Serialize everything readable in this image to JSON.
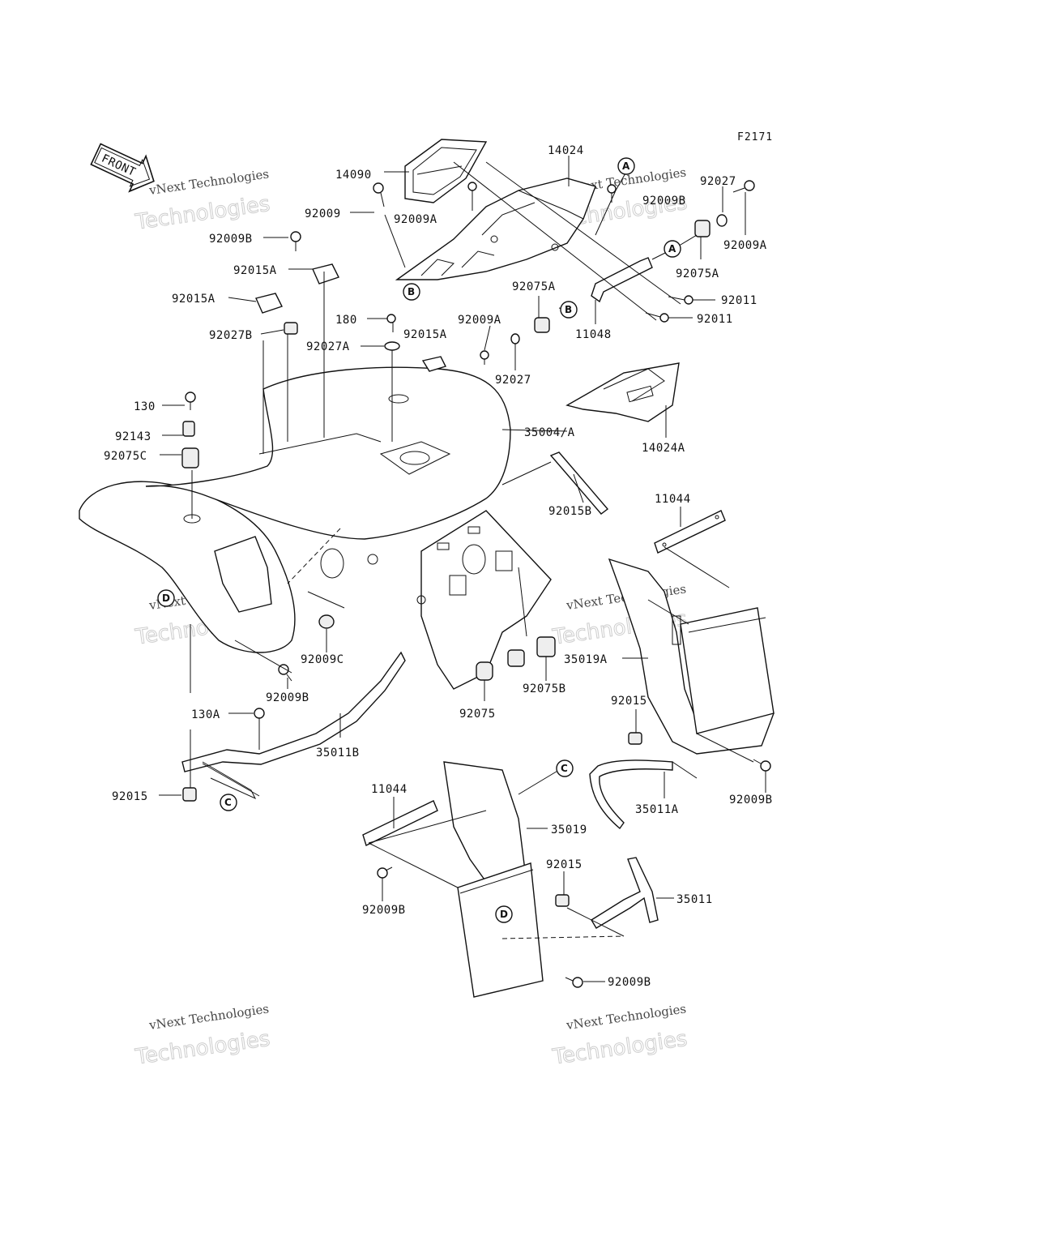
{
  "figure_code": "F2171",
  "front_label": "FRONT",
  "watermark": {
    "line1": "vNext Technologies",
    "line2": "Technologies"
  },
  "labels": {
    "p14090": "14090",
    "p14024": "14024",
    "p92027_top": "92027",
    "p92009_a": "92009",
    "p92009A_a": "92009A",
    "p92009B_top": "92009B",
    "p92009A_right": "92009A",
    "p92009B_a": "92009B",
    "p92075A_right": "92075A",
    "p92015A_a": "92015A",
    "p92015A_b": "92015A",
    "p92011_a": "92011",
    "p92011_b": "92011",
    "p92075A_mid": "92075A",
    "p180": "180",
    "p92009A_mid": "92009A",
    "p11048": "11048",
    "p92027B": "92027B",
    "p92027A": "92027A",
    "p92015A_c": "92015A",
    "p92027_mid": "92027",
    "p130": "130",
    "p92143": "92143",
    "p35004": "35004/A",
    "p14024A": "14024A",
    "p92075C": "92075C",
    "p92015B": "92015B",
    "p11044_right": "11044",
    "p92009C": "92009C",
    "p35019A": "35019A",
    "p92009B_b": "92009B",
    "p92075B": "92075B",
    "p92075": "92075",
    "p130A": "130A",
    "p92015_right": "92015",
    "p35011B": "35011B",
    "p92009B_c": "92009B",
    "p35011A": "35011A",
    "p92015_left": "92015",
    "p11044_left": "11044",
    "p35019": "35019",
    "p92015_low": "92015",
    "p92009B_d": "92009B",
    "p35011": "35011",
    "p92009B_e": "92009B"
  },
  "refs": {
    "A1": "A",
    "A2": "A",
    "B1": "B",
    "B2": "B",
    "C1": "C",
    "C2": "C",
    "D1": "D",
    "D2": "D"
  }
}
